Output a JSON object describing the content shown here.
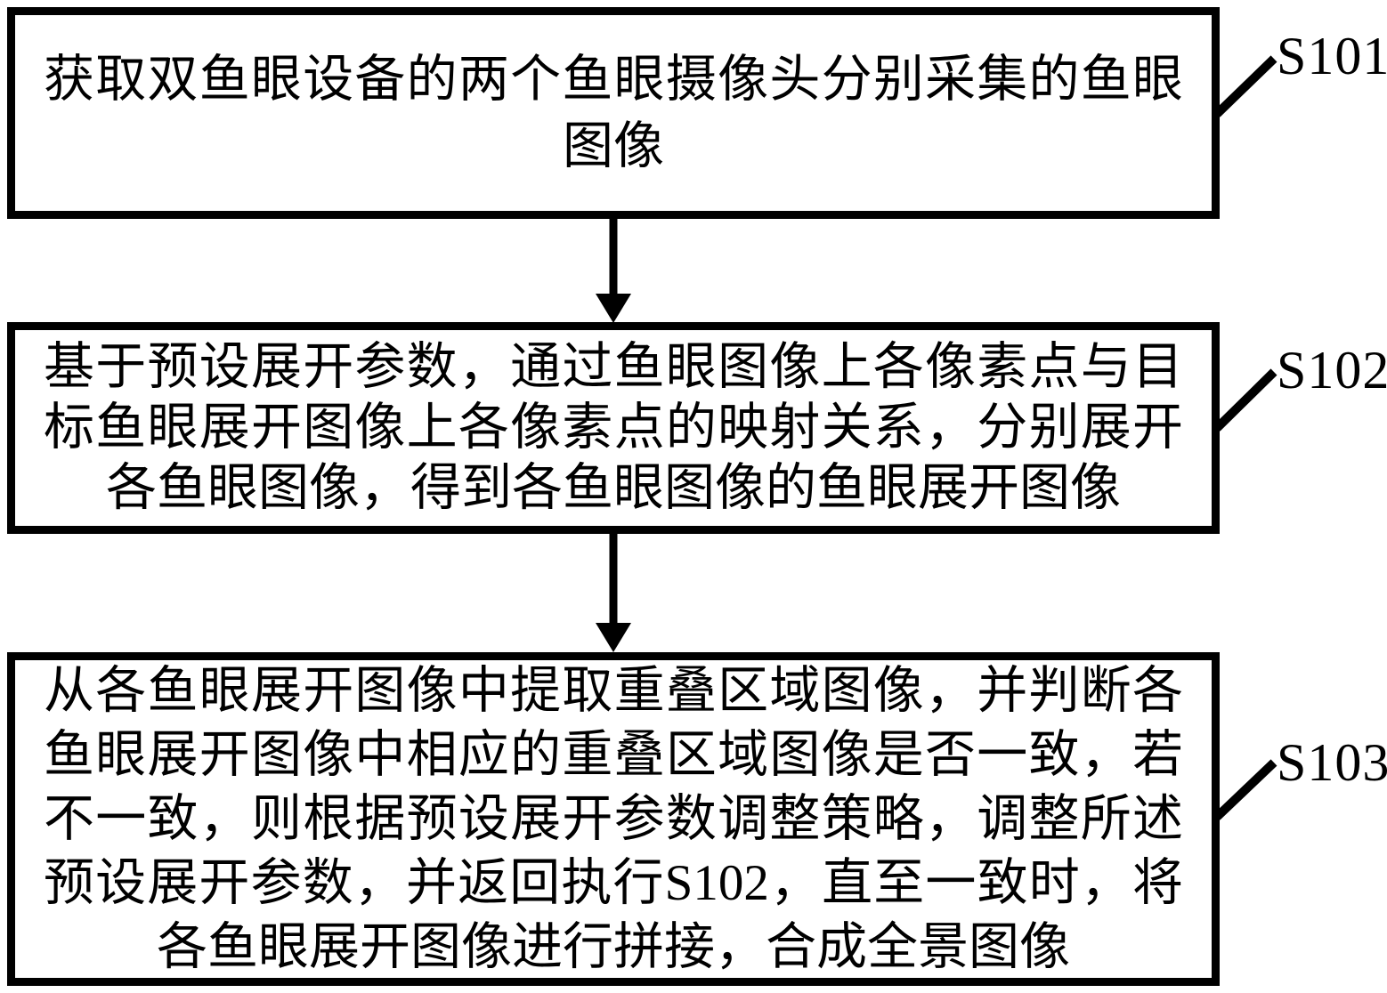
{
  "colors": {
    "ink": "#000000",
    "background": "#ffffff"
  },
  "steps": [
    {
      "tag": "S101",
      "lines": [
        "获取双鱼眼设备的两个鱼眼摄像头分别采集的鱼眼",
        "图像"
      ]
    },
    {
      "tag": "S102",
      "lines": [
        "基于预设展开参数，通过鱼眼图像上各像素点与目",
        "标鱼眼展开图像上各像素点的映射关系，分别展开",
        "各鱼眼图像，得到各鱼眼图像的鱼眼展开图像"
      ]
    },
    {
      "tag": "S103",
      "lines": [
        "从各鱼眼展开图像中提取重叠区域图像，并判断各",
        "鱼眼展开图像中相应的重叠区域图像是否一致，若",
        "不一致，则根据预设展开参数调整策略，调整所述",
        "预设展开参数，并返回执行S102，直至一致时，将",
        "各鱼眼展开图像进行拼接，合成全景图像"
      ]
    }
  ]
}
